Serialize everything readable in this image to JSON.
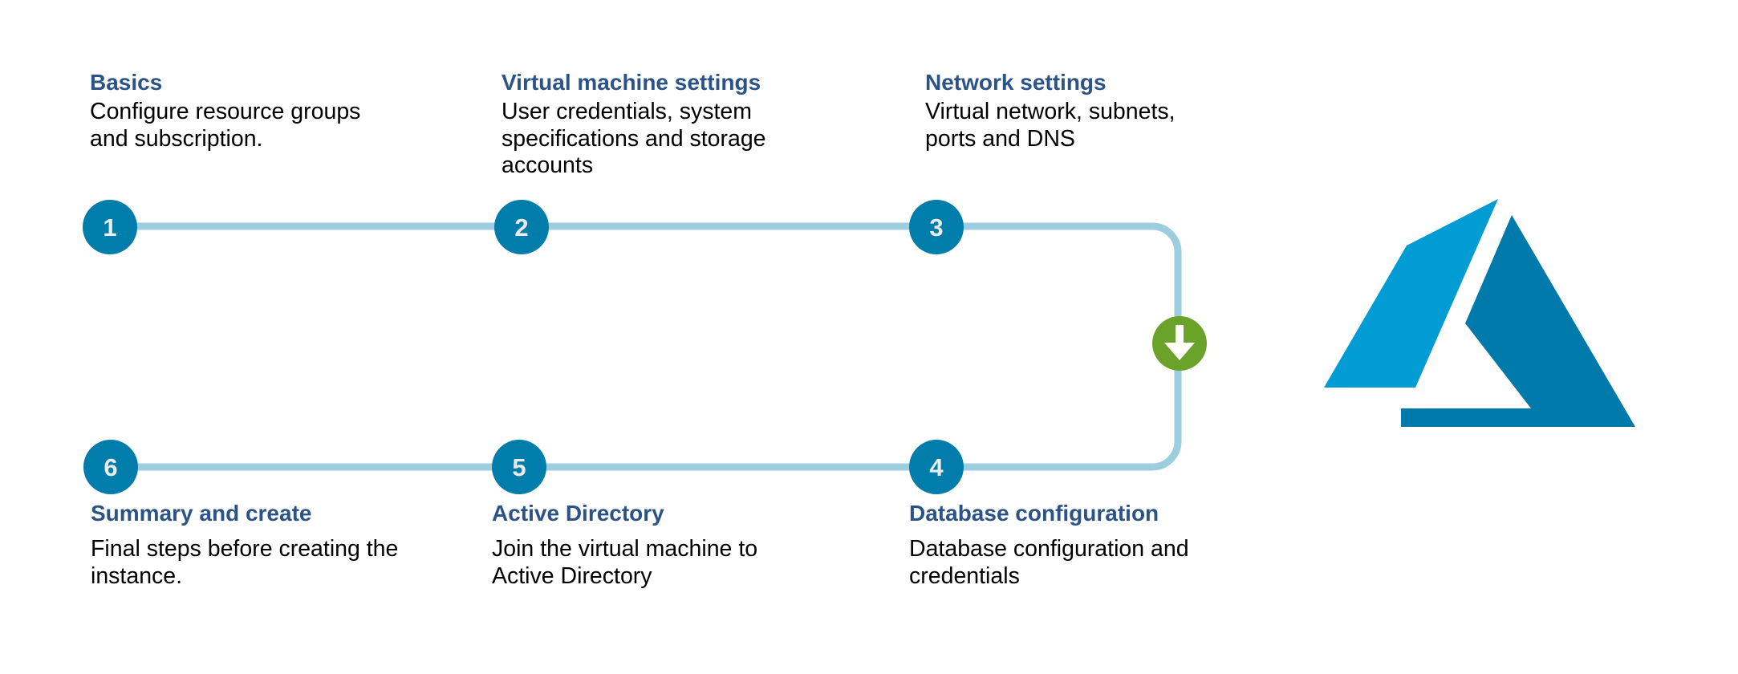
{
  "diagram": {
    "type": "process-flow",
    "steps": [
      {
        "number": "1",
        "title": "Basics",
        "description": "Configure resource groups and subscription."
      },
      {
        "number": "2",
        "title": "Virtual machine settings",
        "description": "User credentials, system specifications and storage accounts"
      },
      {
        "number": "3",
        "title": "Network settings",
        "description": "Virtual network, subnets, ports and DNS"
      },
      {
        "number": "4",
        "title": "Database configuration",
        "description": "Database configuration and credentials"
      },
      {
        "number": "5",
        "title": "Active Directory",
        "description": "Join the virtual machine to Active Directory"
      },
      {
        "number": "6",
        "title": "Summary and create",
        "description": "Final steps before creating the instance."
      }
    ],
    "connector_icon": "arrow-down-icon",
    "logo": "azure-logo",
    "colors": {
      "step_circle": "#007dab",
      "step_number": "#ececec",
      "connector_line": "#9dcee0",
      "arrow_badge": "#6aa22a",
      "title_text": "#2b5387",
      "body_text": "#000000",
      "logo_light": "#009cd3",
      "logo_dark": "#0079ab"
    }
  }
}
